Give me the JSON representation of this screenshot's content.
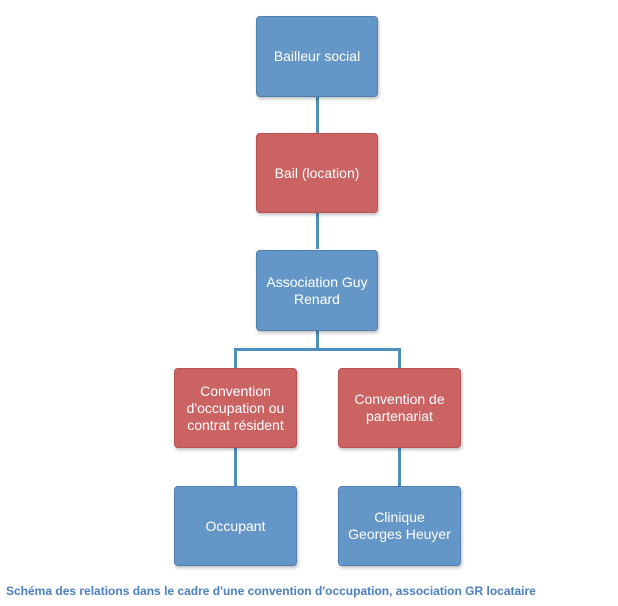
{
  "diagram": {
    "colors": {
      "blue": "#6497c8",
      "red": "#cc6363",
      "connector": "#4e8fbc",
      "caption": "#4a7fc2"
    },
    "nodes": {
      "bailleur": "Bailleur social",
      "bail": "Bail  (location)",
      "association": "Association Guy\nRenard",
      "convention_occupation": "Convention\nd'occupation ou\ncontrat résident",
      "convention_partenariat": "Convention de\npartenariat",
      "occupant": "Occupant",
      "clinique": "Clinique\nGeorges Heuyer"
    }
  },
  "caption": "Schéma des relations dans le cadre d'une convention d'occupation, association GR locataire"
}
